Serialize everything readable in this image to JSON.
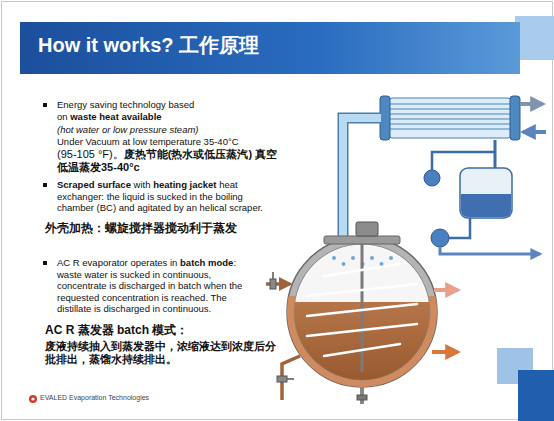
{
  "diagram": {
    "title": "How it works? 工作原理",
    "labels": [
      "Energy saving technology based on",
      "waste heat available",
      "(hot water or low pressure steam)",
      "Under Vacuum at low temperature 35-40°C",
      "(95-105 °F)。",
      "废热节能(热水或低压蒸汽) 真空低温蒸发35-40°c",
      "Scraped surface",
      "with",
      "heating jacket",
      "heat exchanger: the liquid is sucked in the boiling chamber (BC) and agitated by an helical scraper.",
      "外壳加热：螺旋搅拌器搅动利于蒸发",
      "AC R evaporator operates in",
      "batch mode",
      ": waste water is sucked in continuous, concentrate is discharged in batch when the requested concentration is reached. The distillate is discharged in continuous.",
      "AC R 蒸发器 batch 模式：",
      "废液持续抽入到蒸发器中，浓缩液达到浓度后分批排出，蒸馏水持续排出。",
      "EVALED Evaporation Technologies"
    ]
  }
}
